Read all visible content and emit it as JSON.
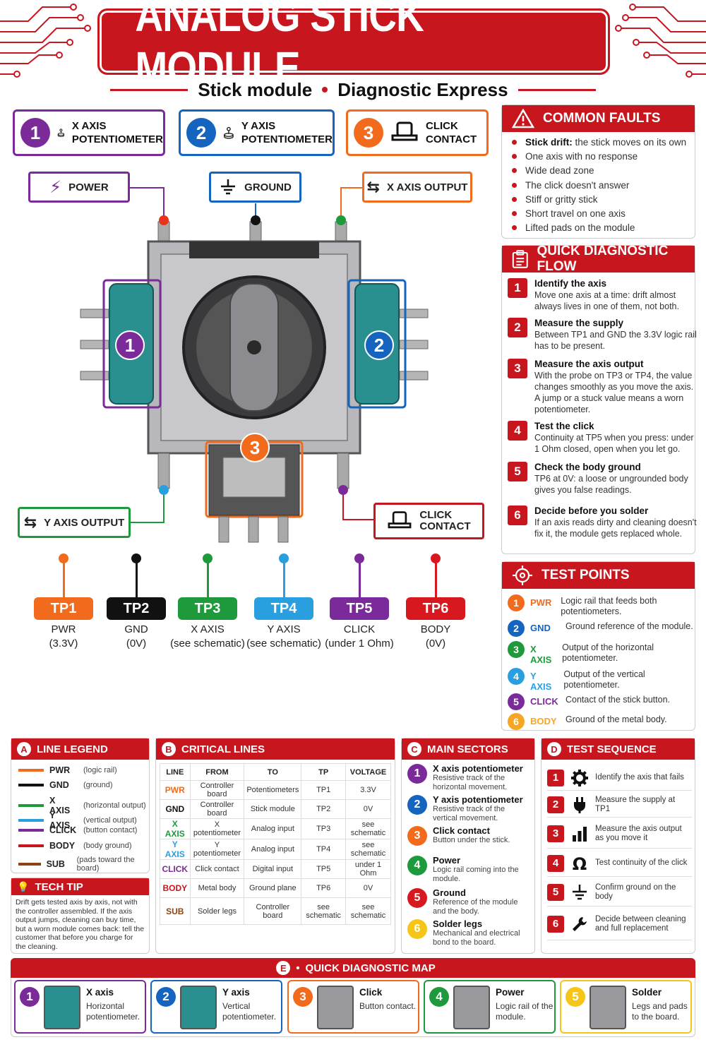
{
  "title": "ANALOG STICK MODULE",
  "subtitle": {
    "left": "Stick module",
    "right": "Diagnostic Express"
  },
  "top_components": [
    {
      "num": "1",
      "line1": "X AXIS",
      "line2": "POTENTIOMETER",
      "color": "#7b2a9a"
    },
    {
      "num": "2",
      "line1": "Y AXIS",
      "line2": "POTENTIOMETER",
      "color": "#1565c0"
    },
    {
      "num": "3",
      "line1": "CLICK",
      "line2": "CONTACT",
      "color": "#f26a1b"
    }
  ],
  "callouts": {
    "power": "POWER",
    "ground": "GROUND",
    "x_output": "X AXIS OUTPUT",
    "y_output": "Y AXIS OUTPUT",
    "click_line1": "CLICK",
    "click_line2": "CONTACT"
  },
  "diagram_markers": {
    "one": "1",
    "two": "2",
    "three": "3"
  },
  "test_points_row": [
    {
      "label": "TP1",
      "sub1": "PWR",
      "sub2": "(3.3V)",
      "color": "#f26a1b"
    },
    {
      "label": "TP2",
      "sub1": "GND",
      "sub2": "(0V)",
      "color": "#111111"
    },
    {
      "label": "TP3",
      "sub1": "X AXIS",
      "sub2": "(see schematic)",
      "color": "#1e9a3c"
    },
    {
      "label": "TP4",
      "sub1": "Y AXIS",
      "sub2": "(see schematic)",
      "color": "#2a9fe0"
    },
    {
      "label": "TP5",
      "sub1": "CLICK",
      "sub2": "(under 1 Ohm)",
      "color": "#7b2a9a"
    },
    {
      "label": "TP6",
      "sub1": "BODY",
      "sub2": "(0V)",
      "color": "#d7191f"
    }
  ],
  "common_faults": {
    "title": "COMMON FAULTS",
    "items": [
      {
        "bold": "Stick drift:",
        "text": " the stick moves on its own"
      },
      {
        "bold": "",
        "text": "One axis with no response"
      },
      {
        "bold": "",
        "text": "Wide dead zone"
      },
      {
        "bold": "",
        "text": "The click doesn't answer"
      },
      {
        "bold": "",
        "text": "Stiff or gritty stick"
      },
      {
        "bold": "",
        "text": "Short travel on one axis"
      },
      {
        "bold": "",
        "text": "Lifted pads on the module"
      }
    ]
  },
  "quick_flow": {
    "title": "QUICK DIAGNOSTIC FLOW",
    "steps": [
      {
        "num": "1",
        "title": "Identify the axis",
        "desc": "Move one axis at a time: drift almost always lives in one of them, not both."
      },
      {
        "num": "2",
        "title": "Measure the supply",
        "desc": "Between TP1 and GND the 3.3V logic rail has to be present."
      },
      {
        "num": "3",
        "title": "Measure the axis output",
        "desc": "With the probe on TP3 or TP4, the value changes smoothly as you move the axis. A jump or a stuck value means a worn potentiometer."
      },
      {
        "num": "4",
        "title": "Test the click",
        "desc": "Continuity at TP5 when you press: under 1 Ohm closed, open when you let go."
      },
      {
        "num": "5",
        "title": "Check the body ground",
        "desc": "TP6 at 0V: a loose or ungrounded body gives you false readings."
      },
      {
        "num": "6",
        "title": "Decide before you solder",
        "desc": "If an axis reads dirty and cleaning doesn't fix it, the module gets replaced whole."
      }
    ]
  },
  "test_points": {
    "title": "TEST POINTS",
    "items": [
      {
        "num": "1",
        "name": "PWR",
        "desc": "Logic rail that feeds both potentiometers.",
        "color": "#f26a1b"
      },
      {
        "num": "2",
        "name": "GND",
        "desc": "Ground reference of the module.",
        "color": "#1565c0"
      },
      {
        "num": "3",
        "name": "X AXIS",
        "desc": "Output of the horizontal potentiometer.",
        "color": "#1e9a3c"
      },
      {
        "num": "4",
        "name": "Y AXIS",
        "desc": "Output of the vertical potentiometer.",
        "color": "#2a9fe0"
      },
      {
        "num": "5",
        "name": "CLICK",
        "desc": "Contact of the stick button.",
        "color": "#7b2a9a"
      },
      {
        "num": "6",
        "name": "BODY",
        "desc": "Ground of the metal body.",
        "color": "#f5a623"
      }
    ]
  },
  "line_legend": {
    "letter": "A",
    "title": "LINE LEGEND",
    "items": [
      {
        "name": "PWR",
        "desc": "(logic rail)",
        "color": "#f26a1b"
      },
      {
        "name": "GND",
        "desc": "(ground)",
        "color": "#111111"
      },
      {
        "name": "X AXIS",
        "desc": "(horizontal output)",
        "color": "#1e9a3c"
      },
      {
        "name": "Y AXIS",
        "desc": "(vertical output)",
        "color": "#2a9fe0"
      },
      {
        "name": "CLICK",
        "desc": "(button contact)",
        "color": "#7b2a9a"
      },
      {
        "name": "BODY",
        "desc": "(body ground)",
        "color": "#c8161e"
      },
      {
        "name": "SUB",
        "desc": "(pads toward the board)",
        "color": "#8b4513"
      }
    ]
  },
  "tech_tip": {
    "title": "TECH TIP",
    "text": "Drift gets tested axis by axis, not with the controller assembled. If the axis output jumps, cleaning can buy time, but a worn module comes back: tell the customer that before you charge for the cleaning."
  },
  "critical_lines": {
    "letter": "B",
    "title": "CRITICAL LINES",
    "headers": [
      "LINE",
      "FROM",
      "TO",
      "TP",
      "VOLTAGE"
    ],
    "rows": [
      {
        "line": "PWR",
        "from": "Controller board",
        "to": "Potentiometers",
        "tp": "TP1",
        "voltage": "3.3V",
        "color": "#f26a1b"
      },
      {
        "line": "GND",
        "from": "Controller board",
        "to": "Stick module",
        "tp": "TP2",
        "voltage": "0V",
        "color": "#111111"
      },
      {
        "line": "X AXIS",
        "from": "X potentiometer",
        "to": "Analog input",
        "tp": "TP3",
        "voltage": "see schematic",
        "color": "#1e9a3c"
      },
      {
        "line": "Y AXIS",
        "from": "Y potentiometer",
        "to": "Analog input",
        "tp": "TP4",
        "voltage": "see schematic",
        "color": "#2a9fe0"
      },
      {
        "line": "CLICK",
        "from": "Click contact",
        "to": "Digital input",
        "tp": "TP5",
        "voltage": "under 1 Ohm",
        "color": "#7b2a9a"
      },
      {
        "line": "BODY",
        "from": "Metal body",
        "to": "Ground plane",
        "tp": "TP6",
        "voltage": "0V",
        "color": "#c8161e"
      },
      {
        "line": "SUB",
        "from": "Solder legs",
        "to": "Controller board",
        "tp": "see schematic",
        "voltage": "see schematic",
        "color": "#8b4513"
      }
    ]
  },
  "main_sectors": {
    "letter": "C",
    "title": "MAIN SECTORS",
    "items": [
      {
        "num": "1",
        "title": "X axis potentiometer",
        "desc": "Resistive track of the horizontal movement.",
        "color": "#7b2a9a"
      },
      {
        "num": "2",
        "title": "Y axis potentiometer",
        "desc": "Resistive track of the vertical movement.",
        "color": "#1565c0"
      },
      {
        "num": "3",
        "title": "Click contact",
        "desc": "Button under the stick.",
        "color": "#f26a1b"
      },
      {
        "num": "4",
        "title": "Power",
        "desc": "Logic rail coming into the module.",
        "color": "#1e9a3c"
      },
      {
        "num": "5",
        "title": "Ground",
        "desc": "Reference of the module and the body.",
        "color": "#d7191f"
      },
      {
        "num": "6",
        "title": "Solder legs",
        "desc": "Mechanical and electrical bond to the board.",
        "color": "#f5c518"
      }
    ]
  },
  "test_sequence": {
    "letter": "D",
    "title": "TEST SEQUENCE",
    "items": [
      {
        "num": "1",
        "icon": "gear-icon",
        "text": "Identify the axis that fails"
      },
      {
        "num": "2",
        "icon": "plug-icon",
        "text": "Measure the supply at TP1"
      },
      {
        "num": "3",
        "icon": "bar-chart-icon",
        "text": "Measure the axis output as you move it"
      },
      {
        "num": "4",
        "icon": "ohm-icon",
        "text": "Test continuity of the click"
      },
      {
        "num": "5",
        "icon": "ground-icon",
        "text": "Confirm ground on the body"
      },
      {
        "num": "6",
        "icon": "wrench-icon",
        "text": "Decide between cleaning and full replacement"
      }
    ]
  },
  "quick_map": {
    "letter": "E",
    "title": "QUICK DIAGNOSTIC MAP",
    "items": [
      {
        "num": "1",
        "title": "X axis",
        "desc": "Horizontal potentiometer.",
        "color": "#7b2a9a"
      },
      {
        "num": "2",
        "title": "Y axis",
        "desc": "Vertical potentiometer.",
        "color": "#1565c0"
      },
      {
        "num": "3",
        "title": "Click",
        "desc": "Button contact.",
        "color": "#f26a1b"
      },
      {
        "num": "4",
        "title": "Power",
        "desc": "Logic rail of the module.",
        "color": "#1e9a3c"
      },
      {
        "num": "5",
        "title": "Solder",
        "desc": "Legs and pads to the board.",
        "color": "#f5c518"
      }
    ]
  }
}
